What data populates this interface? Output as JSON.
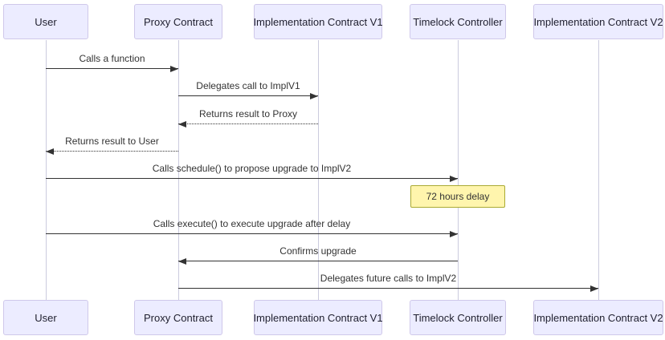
{
  "diagram": {
    "type": "sequence-diagram",
    "colors": {
      "background": "#ffffff",
      "actor_fill": "#ececff",
      "actor_border": "#cfc8ea",
      "lifeline": "#cbcbde",
      "arrow": "#333333",
      "text": "#333333",
      "note_fill": "#fff5ad",
      "note_border": "#aaaa33"
    },
    "actors": [
      {
        "id": "user",
        "label": "User"
      },
      {
        "id": "proxy",
        "label": "Proxy Contract"
      },
      {
        "id": "implv1",
        "label": "Implementation Contract V1"
      },
      {
        "id": "timelock",
        "label": "Timelock Controller"
      },
      {
        "id": "implv2",
        "label": "Implementation Contract V2"
      }
    ],
    "messages": [
      {
        "from": "user",
        "to": "proxy",
        "text": "Calls a function",
        "line": "solid"
      },
      {
        "from": "proxy",
        "to": "implv1",
        "text": "Delegates call to ImplV1",
        "line": "solid"
      },
      {
        "from": "implv1",
        "to": "proxy",
        "text": "Returns result to Proxy",
        "line": "dotted"
      },
      {
        "from": "proxy",
        "to": "user",
        "text": "Returns result to User",
        "line": "dotted"
      },
      {
        "from": "user",
        "to": "timelock",
        "text": "Calls schedule() to propose upgrade to ImplV2",
        "line": "solid"
      },
      {
        "type": "note",
        "over": "timelock",
        "text": "72 hours delay"
      },
      {
        "from": "user",
        "to": "timelock",
        "text": "Calls execute() to execute upgrade after delay",
        "line": "solid"
      },
      {
        "from": "timelock",
        "to": "proxy",
        "text": "Confirms upgrade",
        "line": "solid"
      },
      {
        "from": "proxy",
        "to": "implv2",
        "text": "Delegates future calls to ImplV2",
        "line": "solid"
      }
    ]
  }
}
